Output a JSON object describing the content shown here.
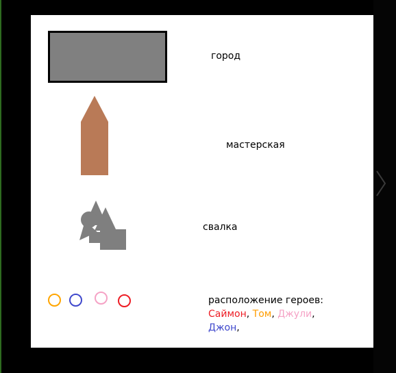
{
  "map": {
    "locations": [
      {
        "id": "city",
        "label": "город",
        "icon": "city-block-icon",
        "fill": "#808080",
        "outline": "#000000"
      },
      {
        "id": "workshop",
        "label": "мастерская",
        "icon": "tower-icon",
        "fill": "#b97a57"
      },
      {
        "id": "dump",
        "label": "свалка",
        "icon": "junk-pile-icon",
        "fill": "#7f7f7f"
      }
    ]
  },
  "heroes": {
    "title": "расположение героев:",
    "list": [
      {
        "name": "Саймон",
        "color": "#ed1c24"
      },
      {
        "name": "Том",
        "color": "#ff9d00"
      },
      {
        "name": "Джули",
        "color": "#f5a2c5"
      },
      {
        "name": "Джон",
        "color": "#3f48cc"
      }
    ],
    "separator": ", ",
    "trailing": ",",
    "markers": [
      {
        "hero": "Том",
        "color": "#ffa500"
      },
      {
        "hero": "Джон",
        "color": "#3f48cc"
      },
      {
        "hero": "Джули",
        "color": "#f5a2c5"
      },
      {
        "hero": "Саймон",
        "color": "#ed1c24"
      }
    ]
  }
}
